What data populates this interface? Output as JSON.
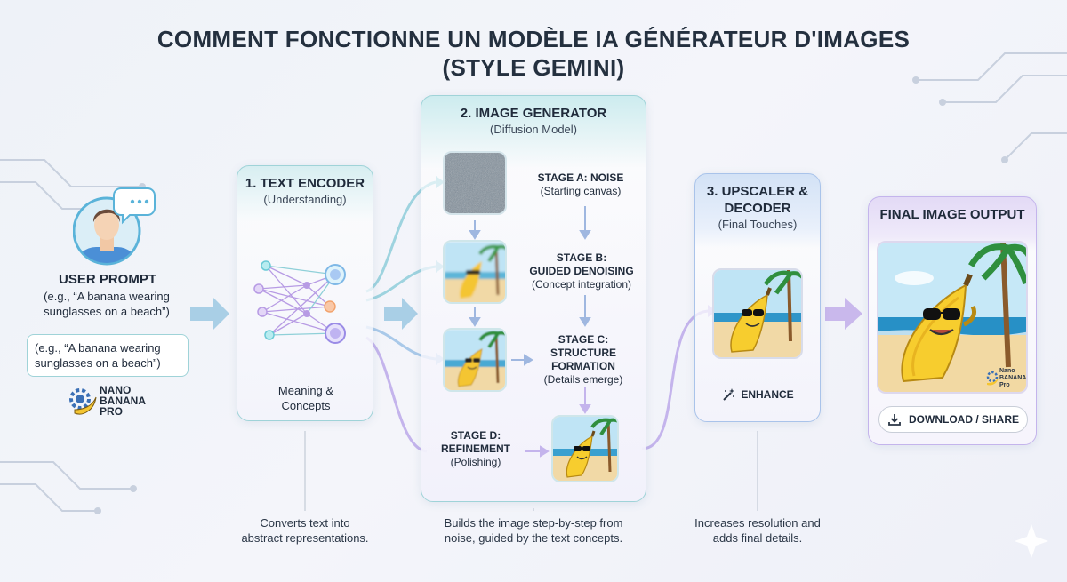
{
  "title_line1": "COMMENT FONCTIONNE UN MODÈLE IA GÉNÉRATEUR D'IMAGES",
  "title_line2": "(STYLE GEMINI)",
  "user": {
    "label": "USER PROMPT",
    "example_line1": "(e.g., “A banana wearing",
    "example_line2": "sunglasses on a beach”)",
    "input_line1": "(e.g., “A banana wearing",
    "input_line2": "sunglasses on a beach”)",
    "logo_line1": "NANO",
    "logo_line2": "BANANA",
    "logo_line3": "PRO"
  },
  "encoder": {
    "title": "1. TEXT ENCODER",
    "subtitle": "(Understanding)",
    "label_line1": "Meaning &",
    "label_line2": "Concepts",
    "caption_line1": "Converts text into",
    "caption_line2": "abstract representations."
  },
  "generator": {
    "title": "2. IMAGE GENERATOR",
    "subtitle": "(Diffusion Model)",
    "stage_a_title": "STAGE A: NOISE",
    "stage_a_sub": "(Starting canvas)",
    "stage_b_title1": "STAGE B:",
    "stage_b_title2": "GUIDED DENOISING",
    "stage_b_sub": "(Concept integration)",
    "stage_c_title1": "STAGE C:",
    "stage_c_title2": "STRUCTURE",
    "stage_c_title3": "FORMATION",
    "stage_c_sub": "(Details emerge)",
    "stage_d_title1": "STAGE D:",
    "stage_d_title2": "REFINEMENT",
    "stage_d_sub": "(Polishing)",
    "caption_line1": "Builds the image step-by-step from",
    "caption_line2": "noise, guided by the text concepts."
  },
  "upscaler": {
    "title1": "3. UPSCALER &",
    "title2": "DECODER",
    "subtitle": "(Final Touches)",
    "enhance_label": "ENHANCE",
    "caption_line1": "Increases resolution and",
    "caption_line2": "adds final details."
  },
  "output": {
    "title": "FINAL IMAGE OUTPUT",
    "download_label": "DOWNLOAD / SHARE",
    "badge_line1": "Nano",
    "badge_line2": "BANANA",
    "badge_line3": "Pro"
  },
  "colors": {
    "teal": "#9fd3d8",
    "lavender": "#c9b8ec",
    "banana": "#f4c531",
    "sky": "#bfe4f5",
    "sand": "#f1d9a6"
  }
}
